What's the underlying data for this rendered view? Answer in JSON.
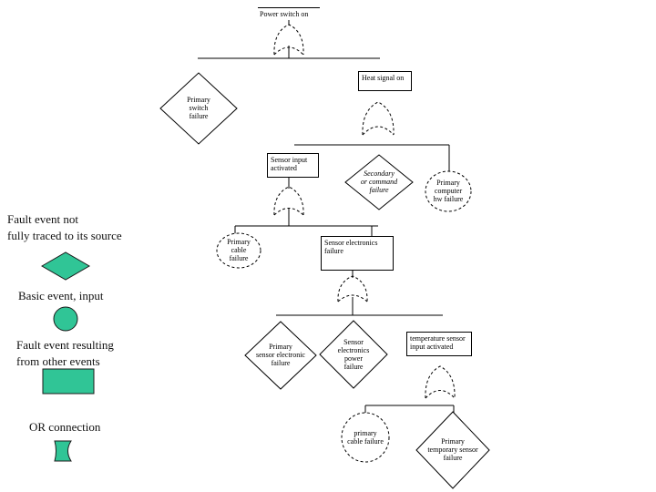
{
  "colors": {
    "teal": "#30C596",
    "line": "#000000"
  },
  "tree": {
    "power_switch_on": "Power switch on",
    "primary_switch_failure": "Primary\nswitch\nfailure",
    "heat_signal_on": "Heat signal on",
    "sensor_input_activated": "Sensor input\nactivated",
    "secondary_or_command_failure": "Secondary\nor command\nfailure",
    "primary_computer_hw_failure": "Primary\ncomputer\nhw failure",
    "primary_cable_failure_upper": "Primary\ncable\nfailure",
    "sensor_electronics_failure": "Sensor electronics\nfailure",
    "primary_sensor_electronic_failure": "Primary\nsensor electronic\nfailure",
    "sensor_electronics_power_failure": "Sensor\nelectronics\npower\nfailure",
    "temperature_sensor_input_activated": "temperature sensor\ninput activated",
    "primary_cable_failure_lower": "primary\ncable failure",
    "primary_temporary_sensor_failure": "Primary\ntemporary sensor\nfailure"
  },
  "legend": {
    "items": [
      {
        "label": "Fault event not\nfully traced to its source",
        "shape": "diamond"
      },
      {
        "label": "Basic event, input",
        "shape": "circle"
      },
      {
        "label": "Fault event resulting\nfrom other events",
        "shape": "rectangle"
      },
      {
        "label": "OR connection",
        "shape": "or-gate"
      }
    ]
  }
}
